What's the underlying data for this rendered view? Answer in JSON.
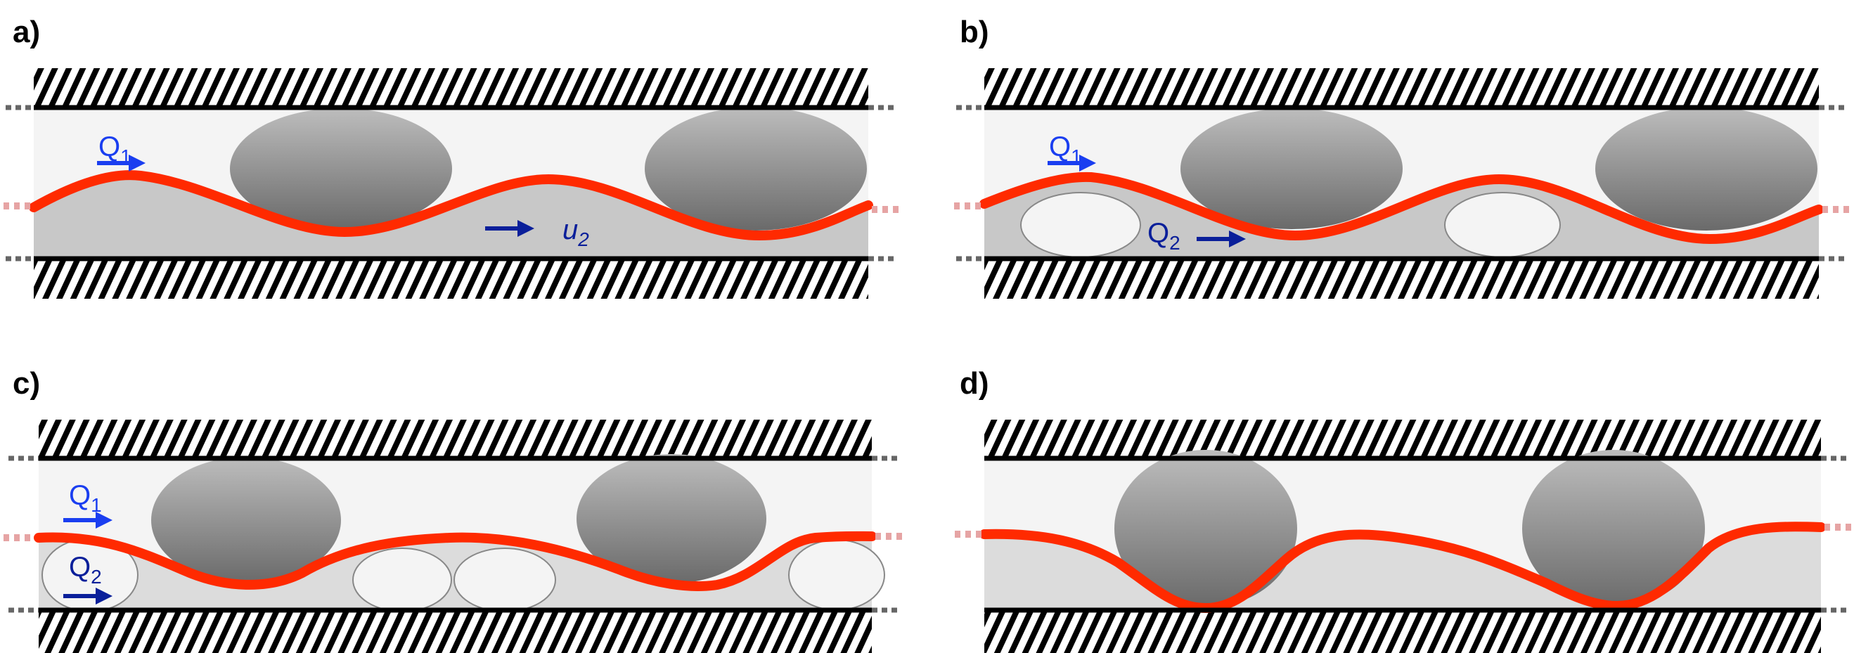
{
  "panels": [
    {
      "label": "a)",
      "q1": {
        "main": "Q",
        "sub": "1"
      },
      "u2": {
        "main": "u",
        "sub": "2"
      }
    },
    {
      "label": "b)",
      "q1": {
        "main": "Q",
        "sub": "1"
      },
      "q2": {
        "main": "Q",
        "sub": "2"
      }
    },
    {
      "label": "c)",
      "q1": {
        "main": "Q",
        "sub": "1"
      },
      "q2": {
        "main": "Q",
        "sub": "2"
      }
    },
    {
      "label": "d)"
    }
  ],
  "colors": {
    "interface": "#ff2a00",
    "flow_arrow_phase1": "#1a3ef0",
    "flow_arrow_phase2": "#0a1f9a",
    "upper_phase": "#f4f4f4",
    "lower_phase": "#c8c8c8"
  }
}
